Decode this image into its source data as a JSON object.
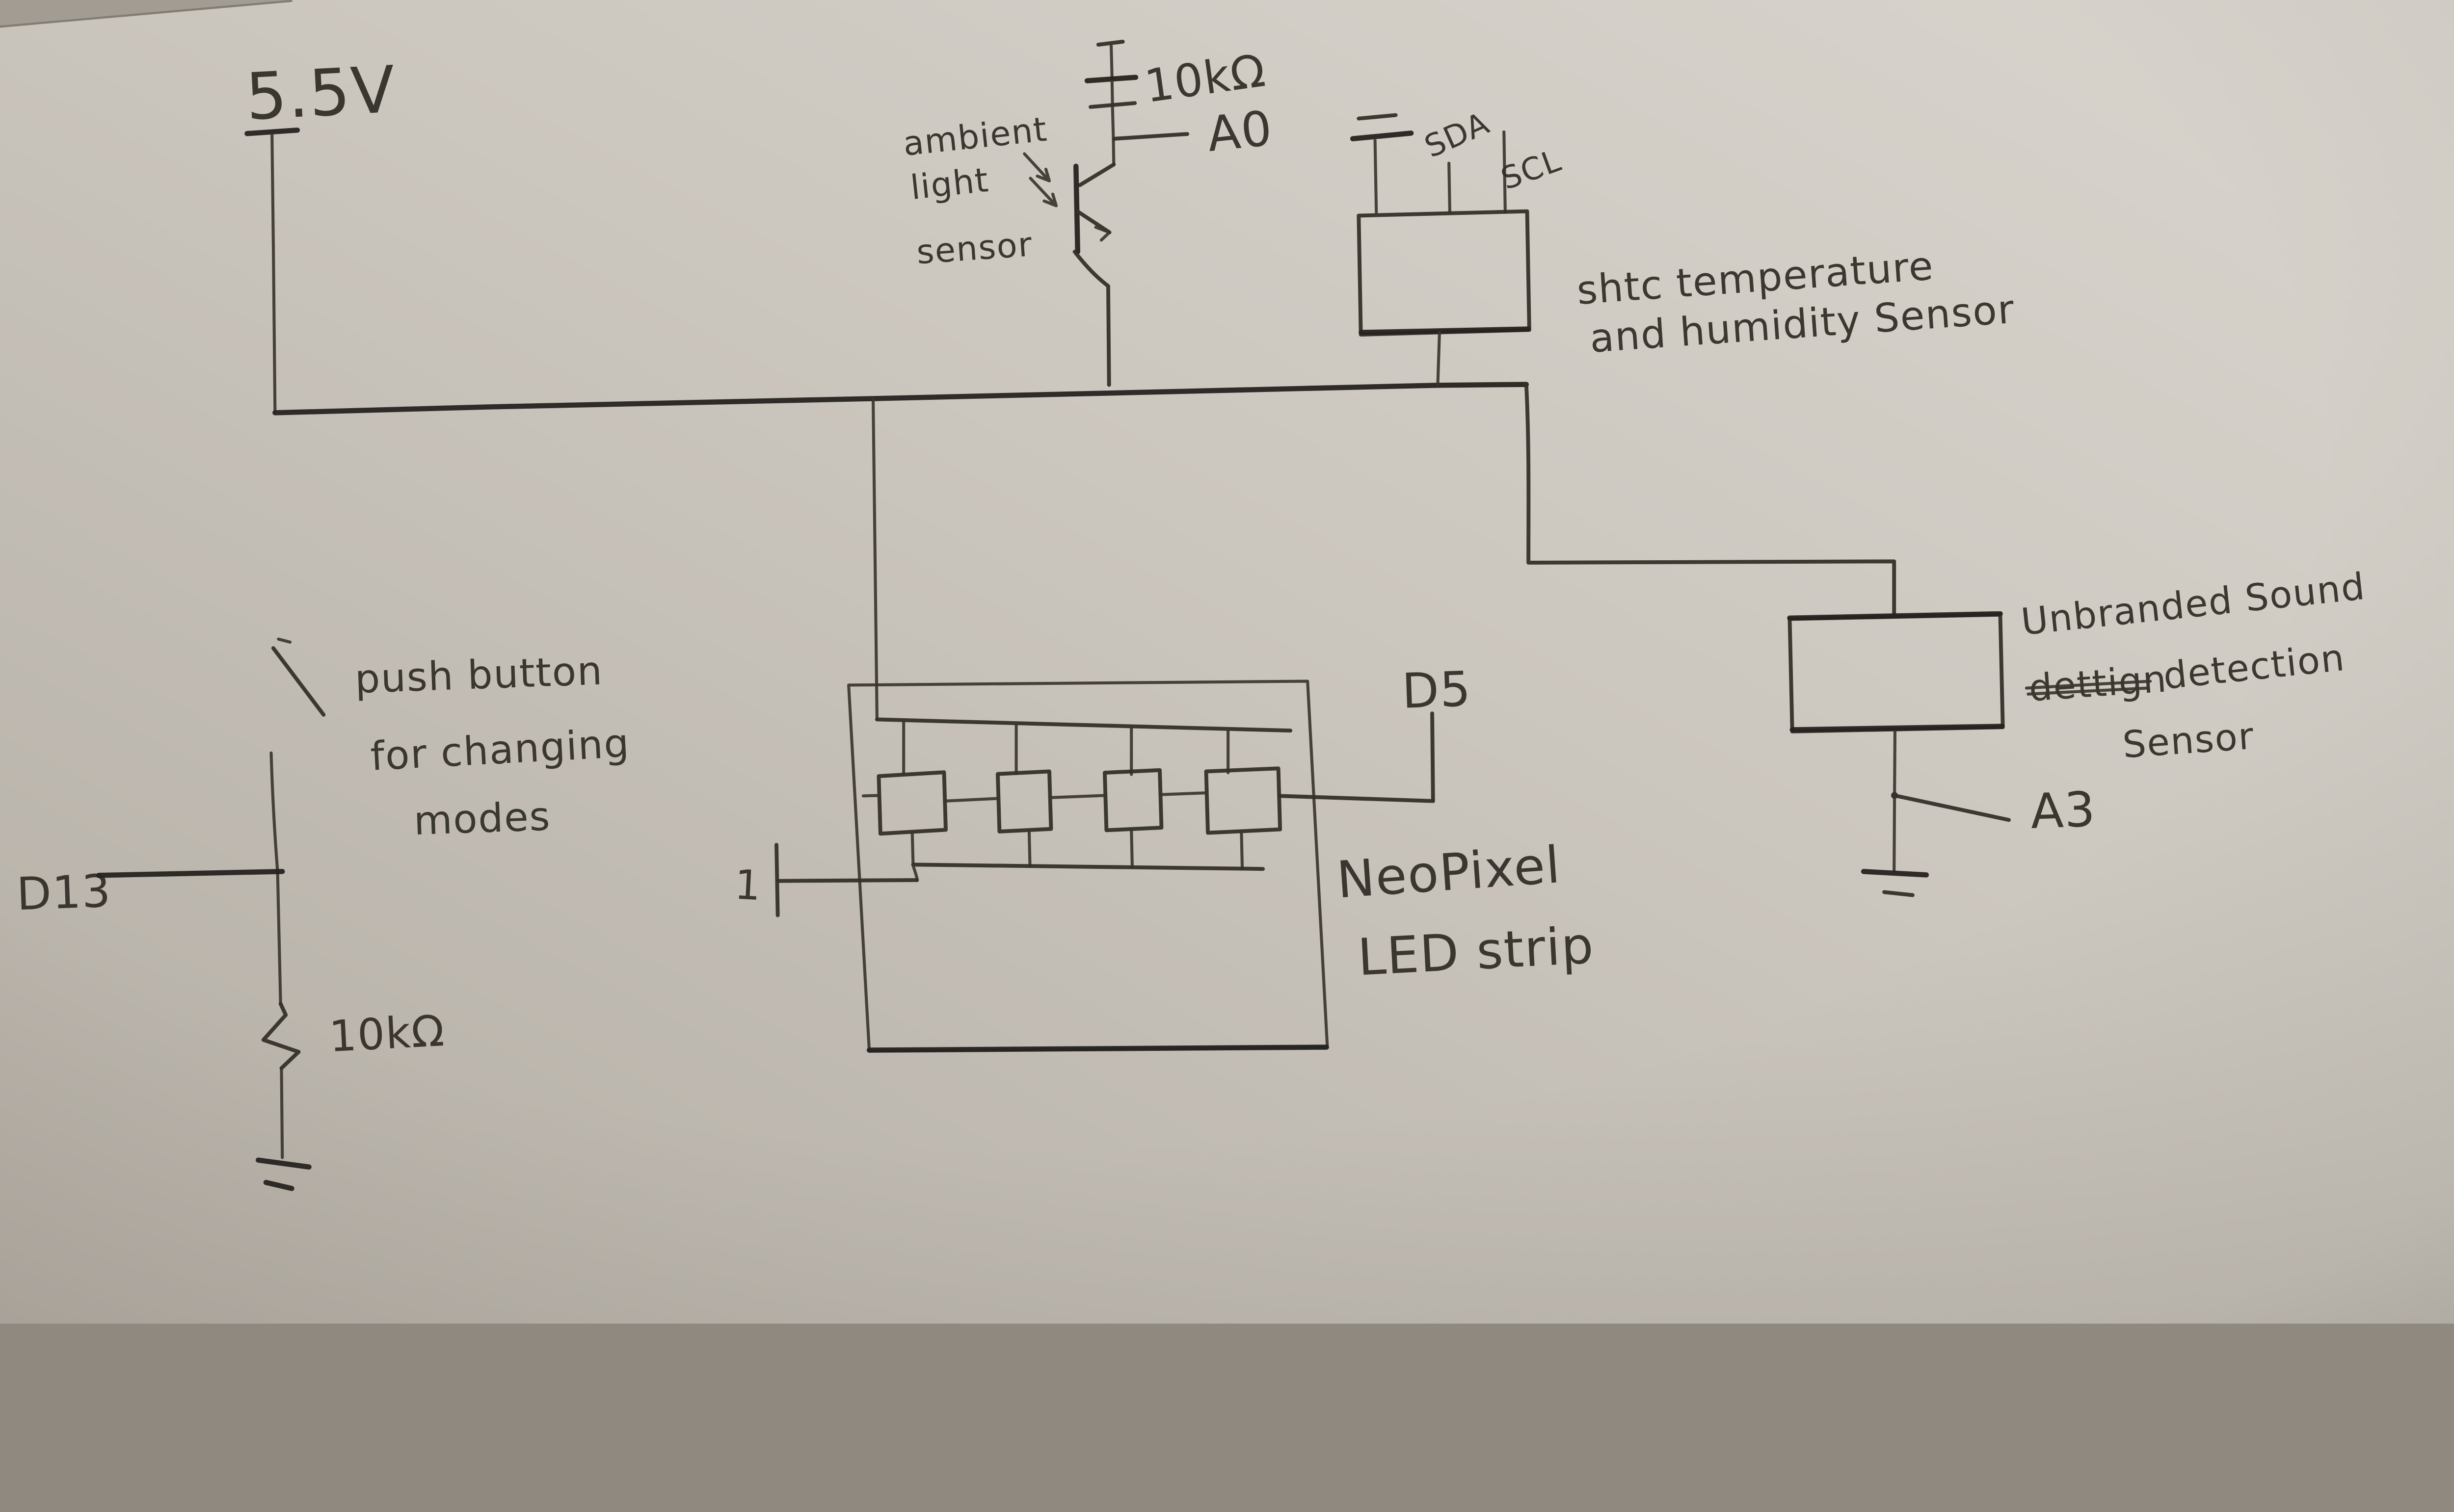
{
  "schematic": {
    "power_supply": {
      "voltage_label": "5.5V"
    },
    "ambient_light_sensor": {
      "caption_lines": [
        "ambient",
        "light",
        "sensor"
      ],
      "resistor_label": "10kΩ",
      "pin_label": "A0"
    },
    "shtc_sensor": {
      "pin_labels": {
        "sda": "SDA",
        "scl": "SCL"
      },
      "caption_lines": [
        "shtc temperature",
        "and humidity Sensor"
      ]
    },
    "push_button": {
      "caption_lines": [
        "push button",
        "for changing",
        "modes"
      ],
      "pin_label": "D13",
      "resistor_label": "10kΩ"
    },
    "neopixel_strip": {
      "caption_lines": [
        "NeoPixel",
        "LED strip"
      ],
      "data_pin_label": "D5",
      "input_pin_label": "1",
      "led_count": 4
    },
    "sound_sensor": {
      "caption_line1": "Unbranded Sound",
      "caption_line2_crossed_out": "dettign",
      "caption_line2": "detection",
      "caption_line3": "Sensor",
      "pin_label": "A3"
    },
    "colors": {
      "paper": "#cbc6be",
      "ink": "#37332d"
    }
  }
}
